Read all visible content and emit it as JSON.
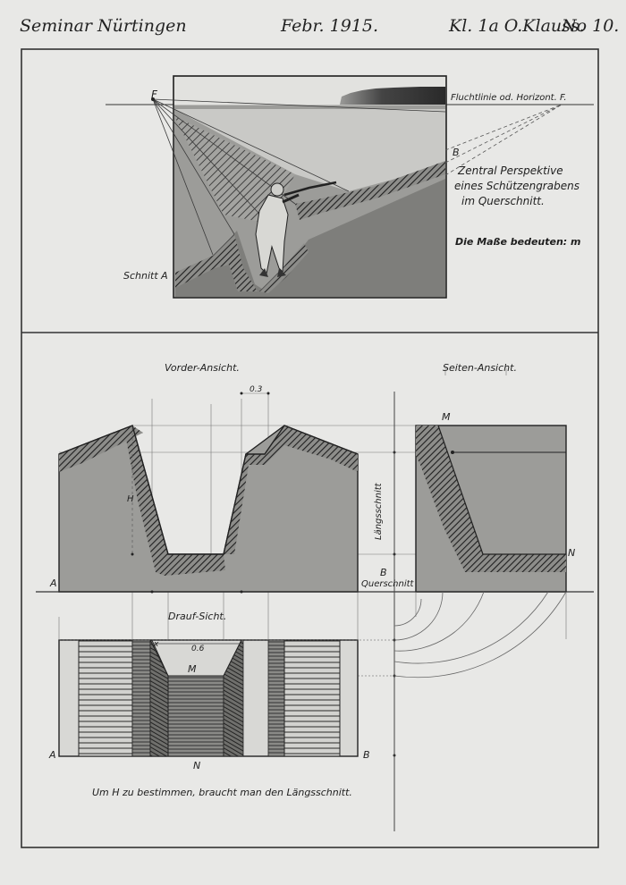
{
  "header": {
    "seminar": "Seminar Nürtingen",
    "date": "Febr. 1915.",
    "class_name": "Kl. 1a O.Klauss.",
    "number": "No 10."
  },
  "perspective": {
    "point_f_left": "F",
    "horizon_label": "Fluchtlinie od. Horizont. F.",
    "point_b": "B",
    "title_line1": "Zentral Perspektive",
    "title_line2": "eines Schützengrabens",
    "title_line3": "im Querschnitt.",
    "units_note": "Die Maße bedeuten: m",
    "section_a": "Schnitt A"
  },
  "front_view": {
    "title": "Vorder-Ansicht.",
    "dim_top": "0.3",
    "label_h": "H",
    "corner_a": "A",
    "corner_b": "B",
    "cross_section": "Querschnitt"
  },
  "side_view": {
    "title": "Seiten-Ansicht.",
    "point_m": "M",
    "point_n": "N",
    "longitudinal": "Längsschnitt"
  },
  "top_view": {
    "title": "Drauf-Sicht.",
    "dim_x": "x",
    "dim_width": "0.6",
    "point_m": "M",
    "point_n": "N",
    "corner_a": "A",
    "corner_b": "B"
  },
  "footer_note": "Um H zu bestimmen, braucht man den Längsschnitt."
}
